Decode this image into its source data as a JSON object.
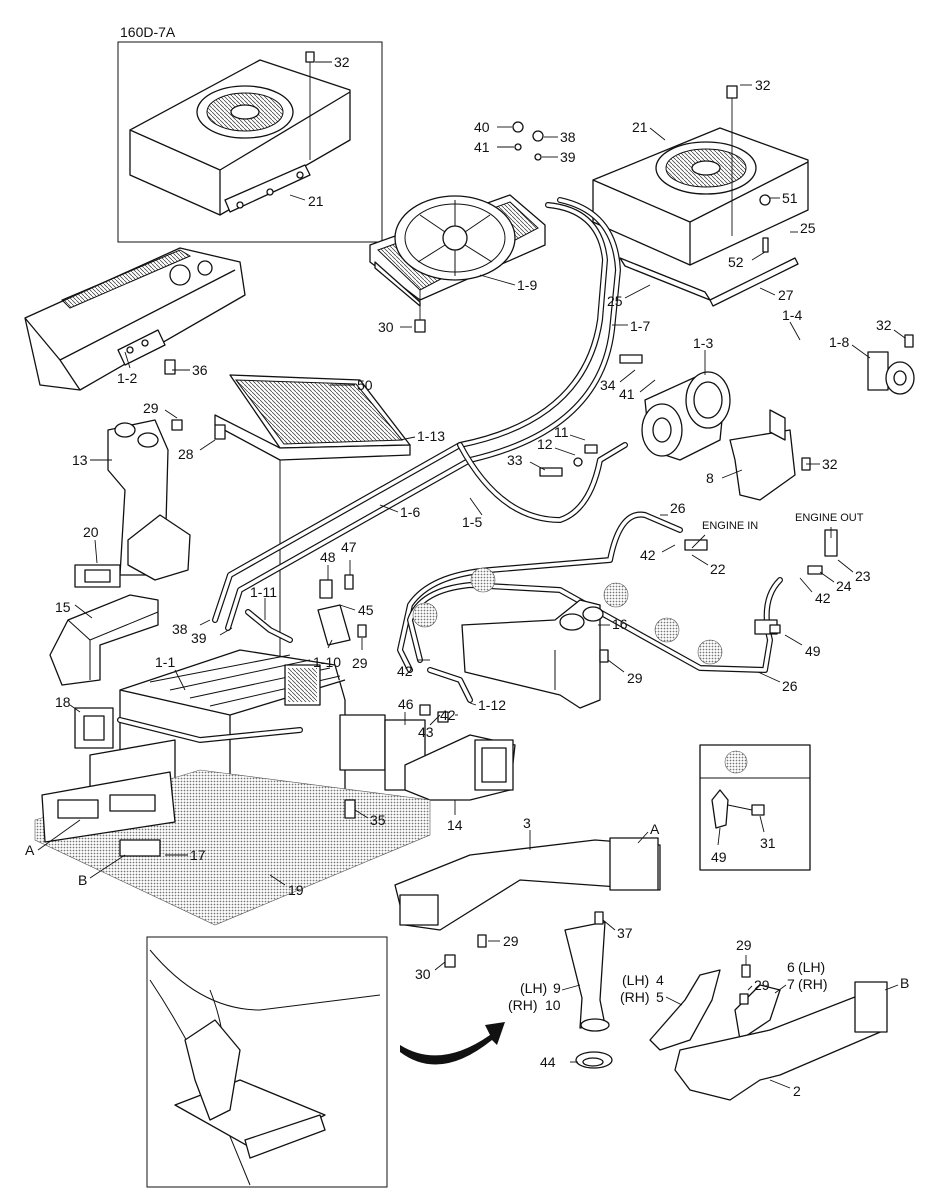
{
  "diagram": {
    "inset_title": "160D-7A",
    "engine_in": "ENGINE IN",
    "engine_out": "ENGINE OUT",
    "letters": [
      "A",
      "B"
    ],
    "side_lh": "(LH)",
    "side_rh": "(RH)",
    "numbers": {
      "n32": "32",
      "n21": "21",
      "n40": "40",
      "n41": "41",
      "n38": "38",
      "n39": "39",
      "n51": "51",
      "n25": "25",
      "n52": "52",
      "n27": "27",
      "n19p": "1-9",
      "n30": "30",
      "n17p": "1-7",
      "n14p": "1-4",
      "n13p": "1-3",
      "n18p": "1-8",
      "n34": "34",
      "n12p": "1-2",
      "n36": "36",
      "n50": "50",
      "n29": "29",
      "n28": "28",
      "n113": "1-13",
      "n13": "13",
      "n12": "12",
      "n11": "11",
      "n33": "33",
      "n8": "8",
      "n16p": "1-6",
      "n15p": "1-5",
      "n20": "20",
      "n26": "26",
      "n42": "42",
      "n22": "22",
      "n23": "23",
      "n24": "24",
      "n47": "47",
      "n48": "48",
      "n15": "15",
      "n45": "45",
      "n111": "1-11",
      "n110": "1-10",
      "n16": "16",
      "n11p": "1-1",
      "n49": "49",
      "n18": "18",
      "n46": "46",
      "n43": "43",
      "n112": "1-12",
      "n35": "35",
      "n14": "14",
      "n17": "17",
      "n19": "19",
      "n3": "3",
      "n31": "31",
      "n37": "37",
      "n9": "9",
      "n10": "10",
      "n4": "4",
      "n5": "5",
      "n6": "6",
      "n7": "7",
      "n44": "44",
      "n2": "2"
    }
  }
}
